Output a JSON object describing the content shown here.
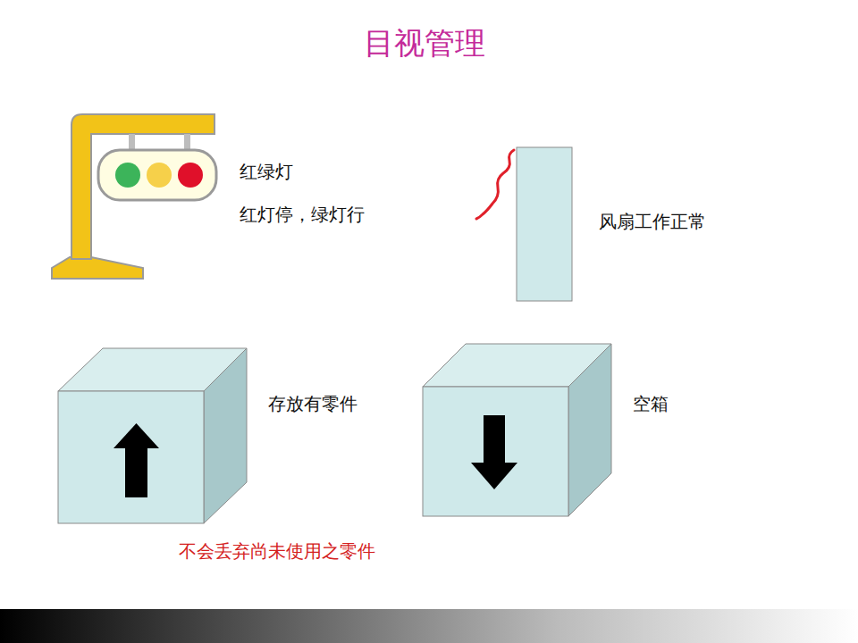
{
  "diagram": {
    "title": "目视管理",
    "labels": [
      "红绿灯",
      "红灯停，绿灯行",
      "风扇工作正常",
      "存放有零件",
      "空箱",
      "不会丢弃尚未使用之零件"
    ]
  }
}
